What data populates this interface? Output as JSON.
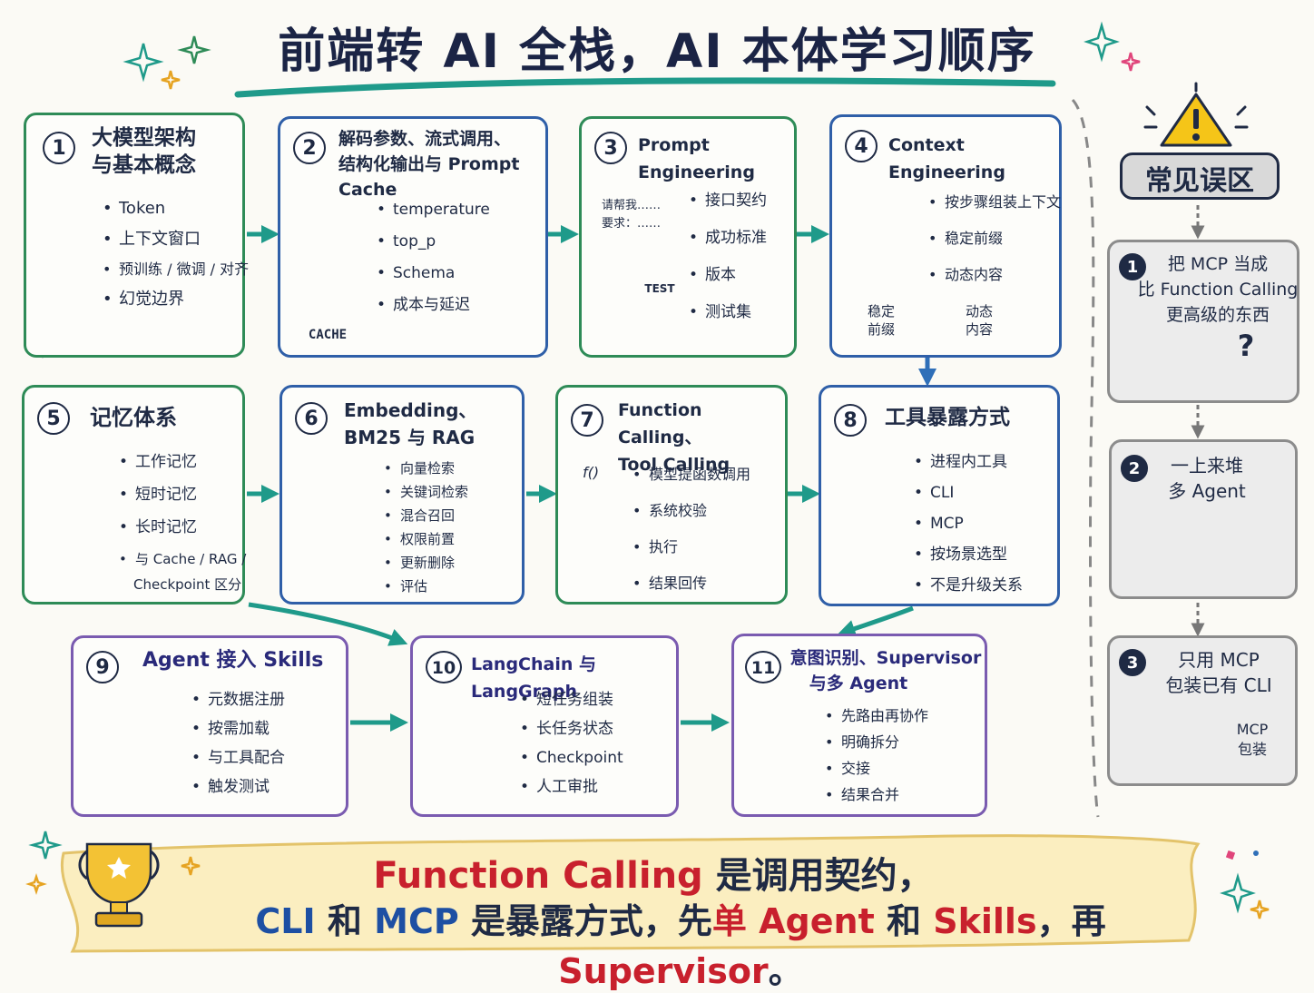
{
  "title": "前端转 AI 全栈，AI 本体学习顺序",
  "steps": [
    {
      "num": "1",
      "title_lines": [
        "大模型架构",
        "与基本概念"
      ],
      "items": [
        "Token",
        "上下文窗口",
        "预训练 / 微调 / 对齐",
        "幻觉边界"
      ]
    },
    {
      "num": "2",
      "title_lines": [
        "解码参数、流式调用、",
        "结构化输出与 Prompt Cache"
      ],
      "items": [
        "temperature",
        "top_p",
        "Schema",
        "成本与延迟"
      ],
      "icon_label": "CACHE"
    },
    {
      "num": "3",
      "title_lines": [
        "Prompt Engineering"
      ],
      "items": [
        "接口契约",
        "成功标准",
        "版本",
        "测试集"
      ],
      "bubble_lines": [
        "请帮我……",
        "要求：……"
      ],
      "icon_label": "TEST"
    },
    {
      "num": "4",
      "title_lines": [
        "Context Engineering"
      ],
      "items": [
        "按步骤组装上下文",
        "稳定前缀",
        "动态内容"
      ],
      "tags": [
        [
          "稳定",
          "前缀"
        ],
        [
          "动态",
          "内容"
        ]
      ]
    },
    {
      "num": "5",
      "title_lines": [
        "记忆体系"
      ],
      "items": [
        "工作记忆",
        "短时记忆",
        "长时记忆",
        "与 Cache / RAG /"
      ],
      "item_continuation": "Checkpoint 区分"
    },
    {
      "num": "6",
      "title_lines": [
        "Embedding、",
        "BM25 与 RAG"
      ],
      "items": [
        "向量检索",
        "关键词检索",
        "混合召回",
        "权限前置",
        "更新删除",
        "评估"
      ]
    },
    {
      "num": "7",
      "title_lines": [
        "Function Calling、",
        "Tool Calling"
      ],
      "items": [
        "模型提函数调用",
        "系统校验",
        "执行",
        "结果回传"
      ],
      "icon_label": "f()"
    },
    {
      "num": "8",
      "title_lines": [
        "工具暴露方式"
      ],
      "items": [
        "进程内工具",
        "CLI",
        "MCP",
        "按场景选型",
        "不是升级关系"
      ]
    },
    {
      "num": "9",
      "title_lines": [
        "Agent 接入 Skills"
      ],
      "items": [
        "元数据注册",
        "按需加载",
        "与工具配合",
        "触发测试"
      ]
    },
    {
      "num": "10",
      "title_lines": [
        "LangChain 与 LangGraph"
      ],
      "items": [
        "短任务组装",
        "长任务状态",
        "Checkpoint",
        "人工审批"
      ]
    },
    {
      "num": "11",
      "title_lines": [
        "意图识别、Supervisor",
        "与多 Agent"
      ],
      "items": [
        "先路由再协作",
        "明确拆分",
        "交接",
        "结果合并"
      ]
    }
  ],
  "mistakes": {
    "title": "常见误区",
    "items": [
      {
        "num": "1",
        "lines": [
          "把 MCP 当成",
          "比 Function Calling",
          "更高级的东西"
        ]
      },
      {
        "num": "2",
        "lines": [
          "一上来堆",
          "多 Agent"
        ]
      },
      {
        "num": "3",
        "lines": [
          "只用 MCP",
          "包装已有 CLI"
        ],
        "tag_lines": [
          "MCP",
          "包装"
        ]
      }
    ]
  },
  "banner": {
    "line1": [
      {
        "text": "Function Calling",
        "color": "red"
      },
      {
        "text": " 是调用契约，",
        "color": "dark"
      }
    ],
    "line2": [
      {
        "text": "CLI",
        "color": "blue"
      },
      {
        "text": " 和 ",
        "color": "dark"
      },
      {
        "text": "MCP",
        "color": "blue"
      },
      {
        "text": " 是暴露方式，先",
        "color": "dark"
      },
      {
        "text": "单 Agent",
        "color": "red"
      },
      {
        "text": " 和 ",
        "color": "dark"
      },
      {
        "text": "Skills",
        "color": "red"
      },
      {
        "text": "，再 ",
        "color": "dark"
      },
      {
        "text": "Supervisor",
        "color": "red"
      },
      {
        "text": "。",
        "color": "dark"
      }
    ]
  },
  "colors": {
    "green": "#2e8b57",
    "blue": "#2f5fa8",
    "purple": "#7a5bb0",
    "teal": "#1f9a8a",
    "red": "#c8202d",
    "navy": "#1d4fa3"
  }
}
